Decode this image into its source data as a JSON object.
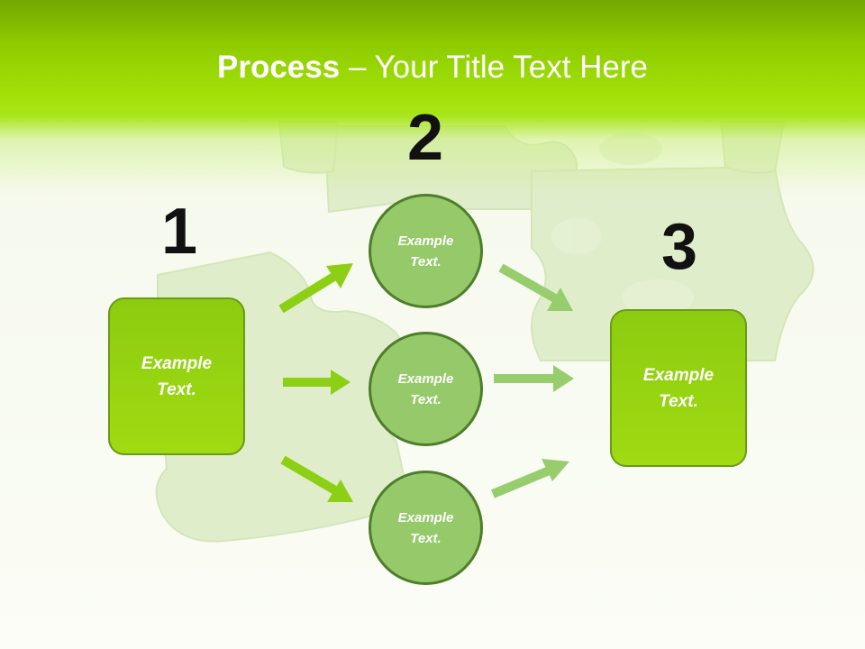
{
  "slide": {
    "title_bold": "Process",
    "title_rest": " – Your Title Text Here"
  },
  "steps": [
    {
      "number": "1",
      "text_line1": "Example",
      "text_line2": "Text."
    },
    {
      "number": "2",
      "text_line1": "Example",
      "text_line2": "Text."
    },
    {
      "number": "3",
      "text_line1": "Example",
      "text_line2": "Text."
    }
  ],
  "circles": [
    {
      "text_line1": "Example",
      "text_line2": "Text."
    },
    {
      "text_line1": "Example",
      "text_line2": "Text."
    },
    {
      "text_line1": "Example",
      "text_line2": "Text."
    }
  ],
  "colors": {
    "header_green": "#8fcc00",
    "box_fill": "#98d60f",
    "circle_fill": "#95c96a",
    "arrow_left": "#8ccf14",
    "arrow_right": "#97cd6c"
  }
}
